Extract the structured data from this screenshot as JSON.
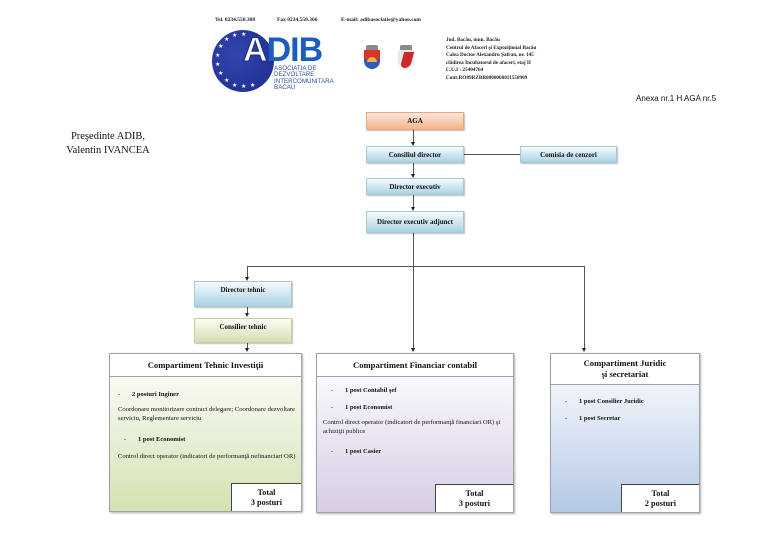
{
  "header": {
    "phone": "Tel. 0234.550.388",
    "fax": "Fax 0234.550.366",
    "email": "E-mail: adibasociatie@yahoo.com",
    "logo": {
      "letters": [
        "A",
        "D",
        "I",
        "B"
      ],
      "subtitle": [
        "ASOCIATIA DE",
        "DEZVOLTARE",
        "INTERCOMUNITARA",
        "BACAU"
      ],
      "star_icon": "★"
    },
    "address": [
      "Jud. Bacău, mun. Bacău",
      "Centrul de Afaceri şi Expoziţional Bacău",
      "Calea Doctor Alexandru Şafran, nr. 145",
      "clădirea Incubatorul de afaceri, etaj II",
      "C.U.I : 25404764",
      "Cont:RO89RZBR0000060011550909"
    ],
    "colors": {
      "logo_blue": "#1a5fc0",
      "logo_navy": "#1c2a8a"
    }
  },
  "annex": "Anexa  nr.1 H AGA nr.5",
  "president": {
    "title": "Preşedinte ADIB,",
    "name": "Valentin IVANCEA"
  },
  "org": {
    "aga": "AGA",
    "board": "Consiliul director",
    "censors": "Comisia de cenzori",
    "exec_director": "Director executiv",
    "deputy_director": "Director executiv adjunct",
    "tech_director": "Director tehnic",
    "tech_advisor": "Consilier tehnic"
  },
  "compartments": [
    {
      "title": "Compartiment Tehnic Investiţii",
      "posts": [
        "2 posturi  Inginer",
        "1 post Economist"
      ],
      "descriptions": [
        "Coordonare monitorizare contract delegare; Coordonare dezvoltare serviciu, Reglementare serviciu",
        "Control direct operator (indicatori de performanţă nefinanciari OR)"
      ],
      "total_label": "Total",
      "total_value": "3 posturi"
    },
    {
      "title": "Compartiment Financiar contabil",
      "posts": [
        "1 post Contabil şef",
        "1 post Economist",
        "1 post Casier"
      ],
      "descriptions": [
        "Control direct operator (indicatori de performanţă financiari OR) şi achiziţii publice"
      ],
      "total_label": "Total",
      "total_value": "3 posturi"
    },
    {
      "title": "Compartiment Juridic şi secretariat",
      "title_lines": [
        "Compartiment Juridic",
        "şi secretariat"
      ],
      "posts": [
        "1 post Consilier Juridic",
        "1 post Secretar"
      ],
      "descriptions": [],
      "total_label": "Total",
      "total_value": "2 posturi"
    }
  ],
  "colors": {
    "box_blue": "#a9d3e4",
    "box_orange": "#f6b48f",
    "box_green": "#d3e0b2",
    "comp_green": "#d3e2b1",
    "comp_purple": "#d8cde5",
    "comp_blue": "#b4c9e6"
  }
}
